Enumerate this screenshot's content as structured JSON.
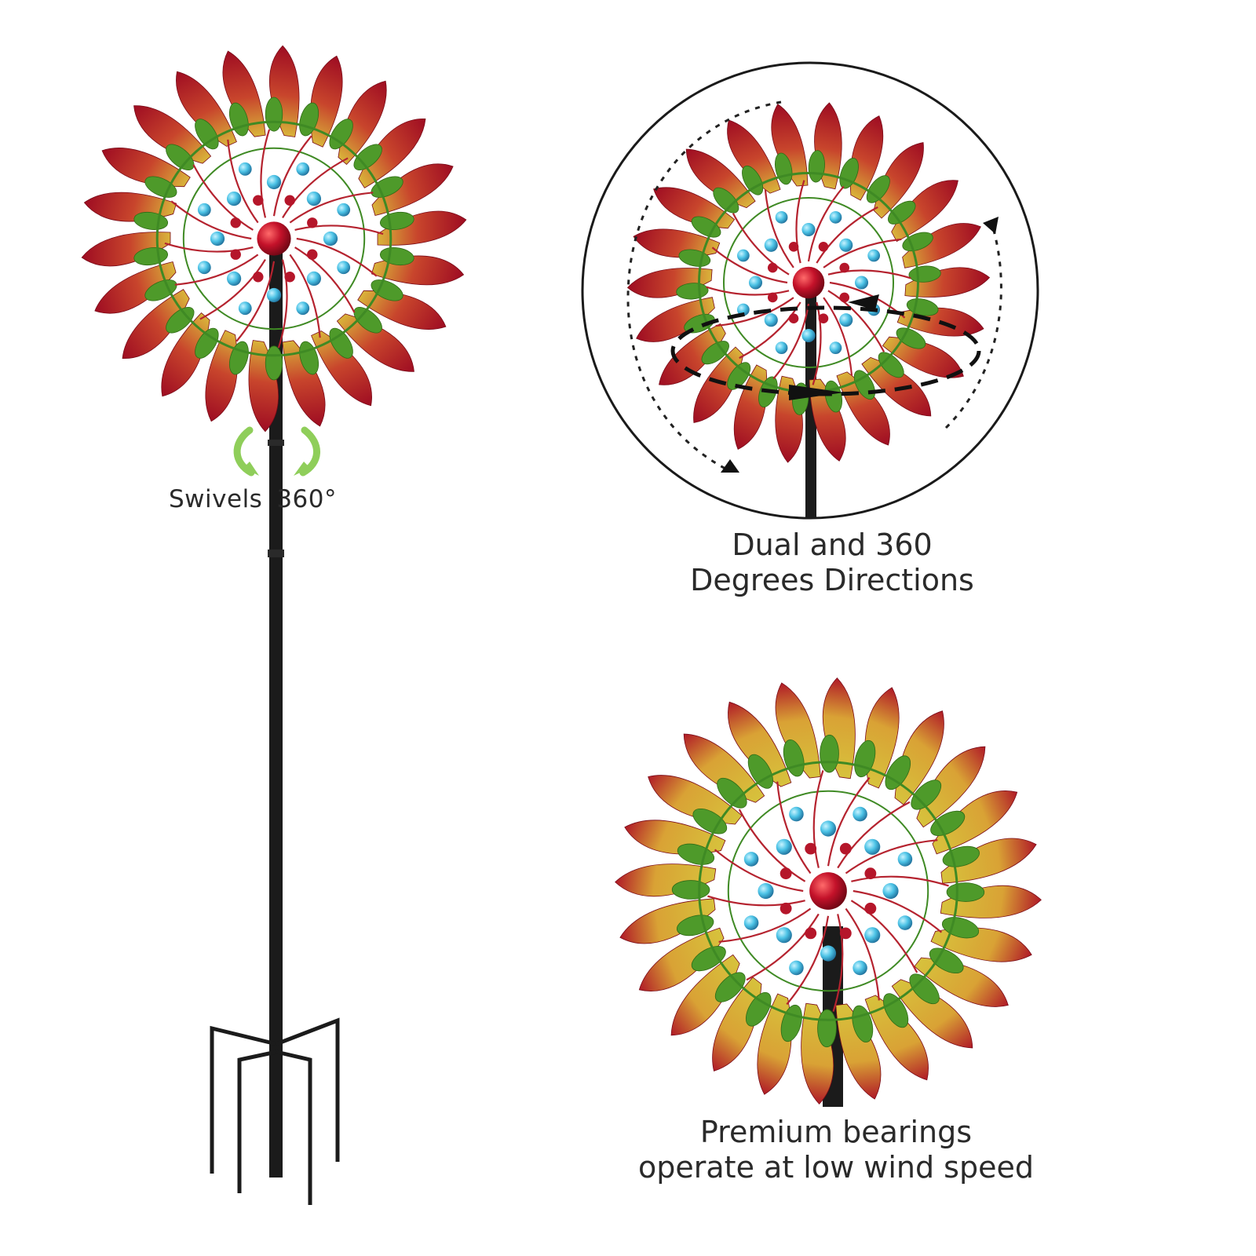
{
  "captions": {
    "swivel_word": "Swivels",
    "swivel_deg": "360°",
    "dual_line1": "Dual and 360",
    "dual_line2": "Degrees Directions",
    "bearings_line1": "Premium bearings",
    "bearings_line2": "operate at low wind speed"
  },
  "icons": {
    "swivel": "rotate-arrows-icon",
    "rotation": "dashed-rotation-arrows-icon"
  },
  "colors": {
    "petal_red": "#b3102a",
    "petal_gold": "#d9b43a",
    "leaf_green": "#4e9a2a",
    "bead_blue": "#4cc3e6",
    "hub_red": "#c4122a",
    "stake": "#1a1a1a",
    "swivel_arrow": "#8fce5a",
    "caption_text": "#2a2a2a"
  }
}
